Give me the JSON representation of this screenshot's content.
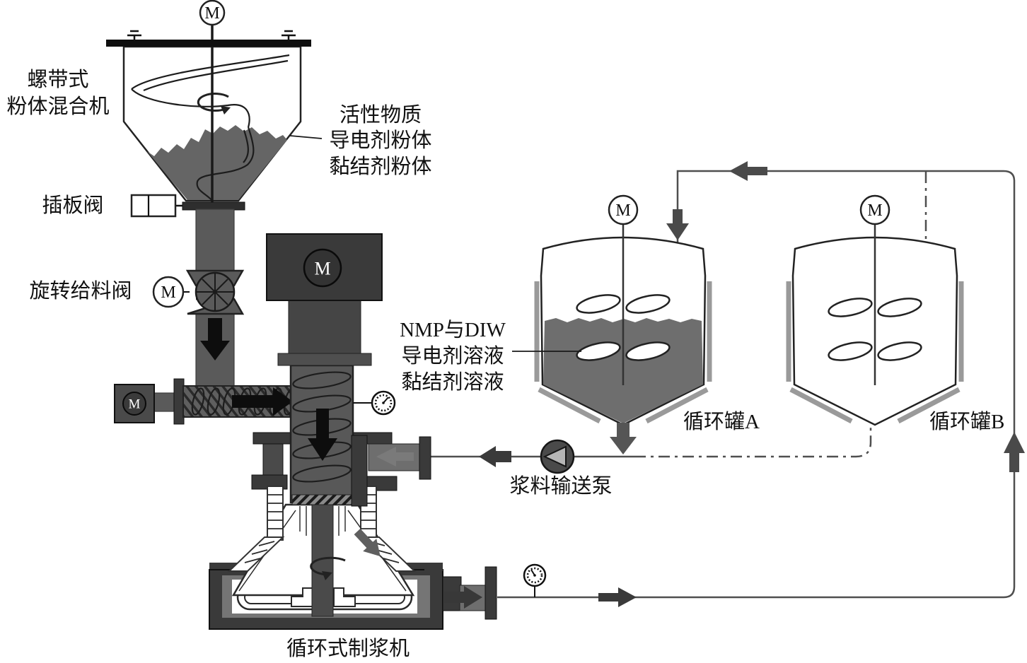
{
  "diagram": {
    "labels": {
      "motor": "M",
      "mixer_line1": "螺带式",
      "mixer_line2": "粉体混合机",
      "powder_line1": "活性物质",
      "powder_line2": "导电剂粉体",
      "powder_line3": "黏结剂粉体",
      "gate_valve": "插板阀",
      "rotary_valve": "旋转给料阀",
      "solution_line1": "NMP与DIW",
      "solution_line2": "导电剂溶液",
      "solution_line3": "黏结剂溶液",
      "tank_a": "循环罐A",
      "tank_b": "循环罐B",
      "pump": "浆料输送泵",
      "slurry_machine": "循环式制浆机"
    },
    "colors": {
      "dark": "#3a3a3a",
      "pipe": "#5a5a5a",
      "powder": "#656565",
      "slurry": "#6e6e6e",
      "jacket": "#9a9a9a",
      "line": "#4f4f4f",
      "arrow_black": "#0d0d0d",
      "arrow_gray": "#4a4a4a",
      "text": "#111111",
      "background": "#ffffff"
    }
  }
}
